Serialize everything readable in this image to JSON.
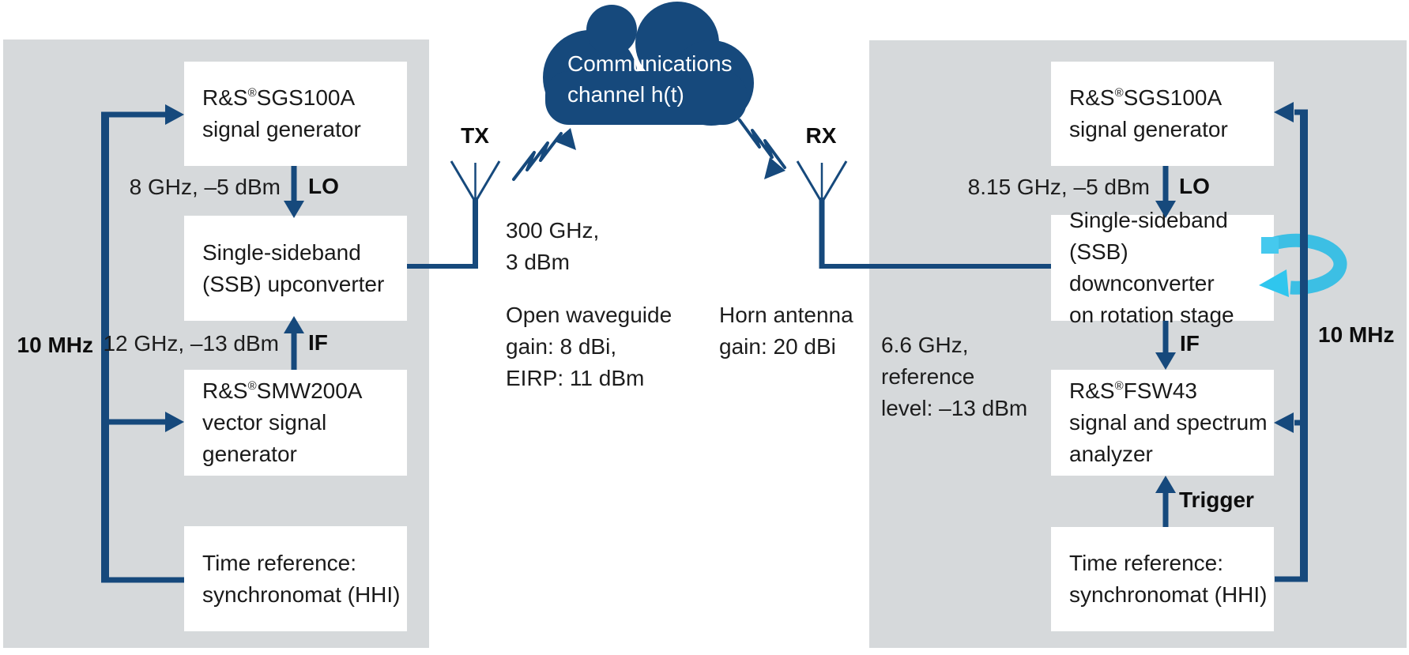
{
  "colors": {
    "navy": "#16497c",
    "cyan": "#3cbfe4",
    "cyan_light": "#2fc6ee",
    "panel_gray": "#d6d9db",
    "box_white": "#ffffff",
    "text_dark": "#1a1a1a"
  },
  "tx_section": {
    "boxes": {
      "sgs100a": {
        "lines": [
          "R&S®SGS100A",
          "signal generator"
        ]
      },
      "ssb_upconverter": {
        "lines": [
          "Single-sideband",
          "(SSB) upconverter"
        ]
      },
      "smw200a": {
        "lines": [
          "R&S®SMW200A",
          "vector signal",
          "generator"
        ]
      },
      "time_reference": {
        "lines": [
          "Time reference:",
          "synchronomat (HHI)"
        ]
      }
    },
    "lo_value": "8 GHz, –5 dBm",
    "lo_port": "LO",
    "if_value": "12 GHz, –13 dBm",
    "if_port": "IF",
    "ref_clock": "10 MHz"
  },
  "channel": {
    "cloud_line1": "Communications",
    "cloud_line2": "channel h(t)",
    "tx_label": "TX",
    "rx_label": "RX",
    "tx_signal": [
      "300 GHz,",
      "3 dBm"
    ],
    "tx_antenna_info": [
      "Open waveguide",
      "gain: 8 dBi,",
      "EIRP: 11 dBm"
    ],
    "rx_antenna_info": [
      "Horn antenna",
      "gain: 20 dBi"
    ]
  },
  "rx_section": {
    "boxes": {
      "sgs100a": {
        "lines": [
          "R&S®SGS100A",
          "signal generator"
        ]
      },
      "ssb_downconverter": {
        "lines": [
          "Single-sideband",
          "(SSB) downconverter",
          "on rotation stage"
        ]
      },
      "fsw43": {
        "lines": [
          "R&S®FSW43",
          "signal and spectrum",
          "analyzer"
        ]
      },
      "time_reference": {
        "lines": [
          "Time reference:",
          "synchronomat (HHI)"
        ]
      }
    },
    "lo_value": "8.15 GHz, –5 dBm",
    "lo_port": "LO",
    "if_port": "IF",
    "trigger_port": "Trigger",
    "ref_clock": "10 MHz",
    "rx_signal": [
      "6.6 GHz,",
      "reference",
      "level: –13 dBm"
    ]
  }
}
